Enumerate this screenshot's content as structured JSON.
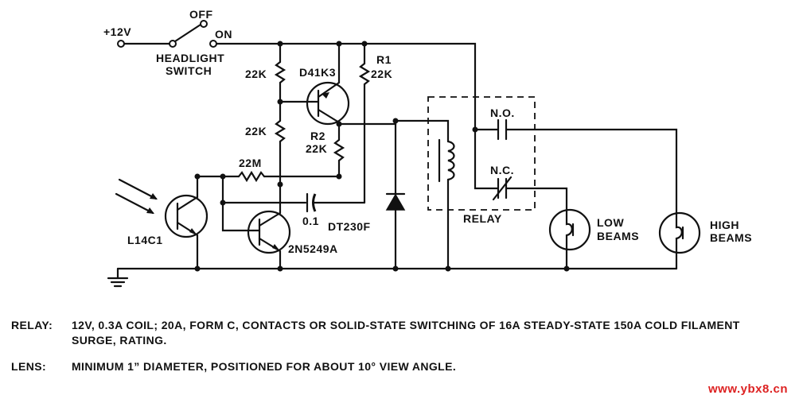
{
  "labels": {
    "supply": "+12V",
    "off": "OFF",
    "on": "ON",
    "switch_line1": "HEADLIGHT",
    "switch_line2": "SWITCH",
    "r_top_left": "22K",
    "transistor_top": "D41K3",
    "r1_name": "R1",
    "r1_value": "22K",
    "r_mid_left": "22K",
    "r2_name": "R2",
    "r2_value": "22K",
    "r_22m": "22M",
    "cap_value": "0.1",
    "phototransistor": "L14C1",
    "transistor_bottom": "2N5249A",
    "diode": "DT230F",
    "contact_no": "N.O.",
    "contact_nc": "N.C.",
    "relay": "RELAY",
    "low_line1": "LOW",
    "low_line2": "BEAMS",
    "high_line1": "HIGH",
    "high_line2": "BEAMS"
  },
  "notes": [
    {
      "key": "RELAY:",
      "text": "12V, 0.3A COIL; 20A, FORM C, CONTACTS OR SOLID-STATE SWITCHING OF 16A STEADY-STATE 150A COLD FILAMENT SURGE, RATING."
    },
    {
      "key": "LENS:",
      "text": "MINIMUM 1” DIAMETER, POSITIONED FOR ABOUT 10° VIEW ANGLE."
    }
  ],
  "watermark": "www.ybx8.cn"
}
